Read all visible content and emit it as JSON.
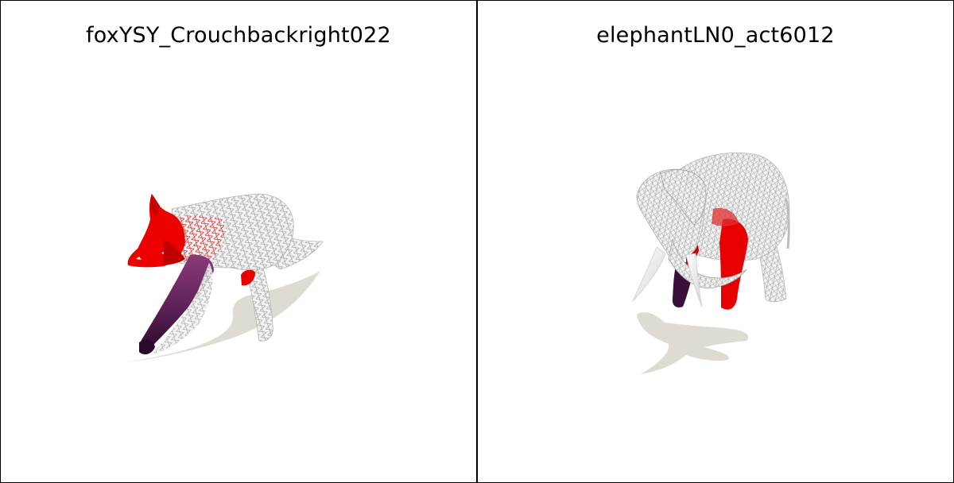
{
  "panels": [
    {
      "title": "foxYSY_Crouchbackright022",
      "subject": "fox-mesh"
    },
    {
      "title": "elephantLN0_act6012",
      "subject": "elephant-mesh"
    }
  ],
  "colors": {
    "mesh_base": "#f2f2f2",
    "wire": "#9a9a9a",
    "highlight": "#ee0000",
    "deep": "#3a0f3a",
    "mid": "#7a2a6a",
    "shadow": "#dedbd3",
    "border": "#000000"
  }
}
